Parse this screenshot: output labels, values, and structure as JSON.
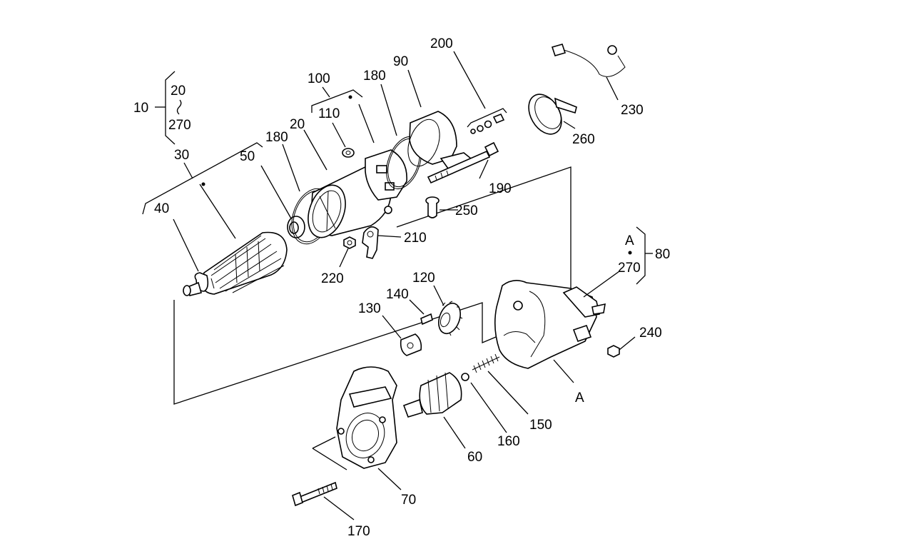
{
  "labels": {
    "l10": "10",
    "l20a": "20",
    "l270a": "270",
    "l30": "30",
    "l40": "40",
    "l50": "50",
    "l180a": "180",
    "l20b": "20",
    "l100": "100",
    "l110": "110",
    "l180b": "180",
    "l90": "90",
    "l200": "200",
    "l230": "230",
    "l260": "260",
    "l190": "190",
    "l250": "250",
    "l210": "210",
    "l220": "220",
    "lA1": "A",
    "l270b": "270",
    "l80": "80",
    "l120": "120",
    "l140": "140",
    "l130": "130",
    "l240": "240",
    "lA2": "A",
    "l150": "150",
    "l160": "160",
    "l60": "60",
    "l70": "70",
    "l170": "170"
  }
}
